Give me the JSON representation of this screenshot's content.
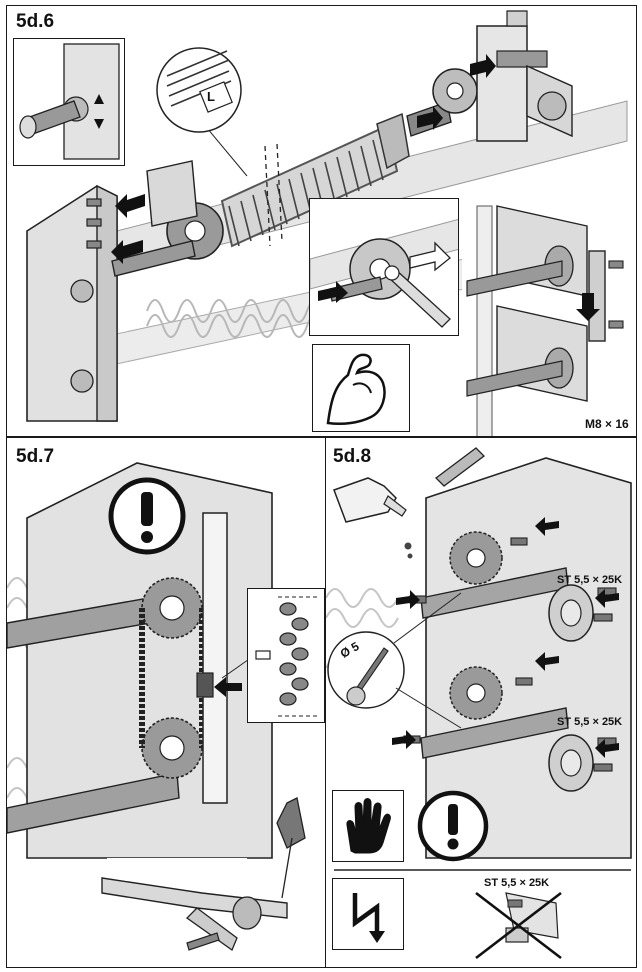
{
  "panels": {
    "p1": {
      "label": "5d.6",
      "screw_spec": "M8 × 16",
      "inset_mark": "L"
    },
    "p2": {
      "label": "5d.7"
    },
    "p3": {
      "label": "5d.8",
      "drill_spec": "Ø 5",
      "screw_spec_top": "ST 5,5 × 25K",
      "screw_spec_mid": "ST 5,5 × 25K",
      "screw_spec_forbidden": "ST 5,5 × 25K"
    }
  },
  "colors": {
    "outline": "#1a1a1a",
    "metal_light": "#d9d9d9",
    "metal_mid": "#b3b3b3",
    "metal_dark": "#7a7a7a",
    "background_parts": "#e8e8e8"
  },
  "icons": [
    "strength-arm-icon",
    "warning-exclamation-icon",
    "glove-hand-icon",
    "electrical-hazard-icon",
    "forbidden-cross-icon",
    "oil-bottle-icon",
    "drill-bit-icon"
  ]
}
